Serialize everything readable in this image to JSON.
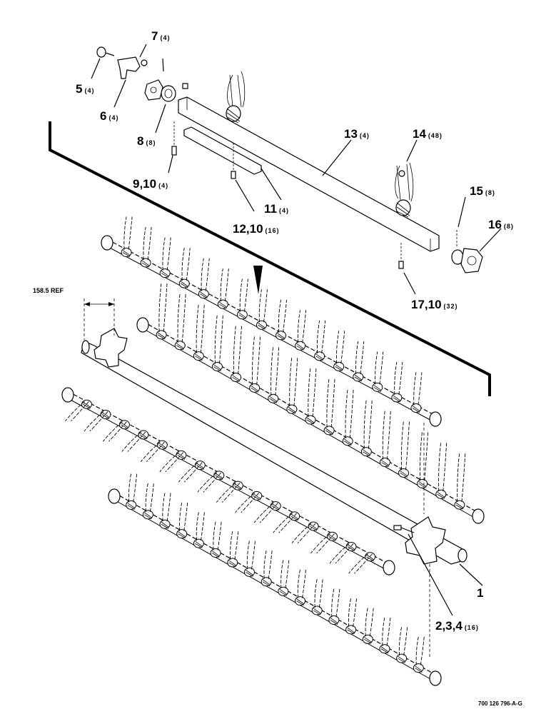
{
  "callouts": [
    {
      "id": "c7",
      "num": "7",
      "qty": "(4)"
    },
    {
      "id": "c5",
      "num": "5",
      "qty": "(4)"
    },
    {
      "id": "c6",
      "num": "6",
      "qty": "(4)"
    },
    {
      "id": "c8",
      "num": "8",
      "qty": "(8)"
    },
    {
      "id": "c910",
      "num": "9,10",
      "qty": "(4)"
    },
    {
      "id": "c13",
      "num": "13",
      "qty": "(4)"
    },
    {
      "id": "c14",
      "num": "14",
      "qty": "(48)"
    },
    {
      "id": "c15",
      "num": "15",
      "qty": "(8)"
    },
    {
      "id": "c16",
      "num": "16",
      "qty": "(8)"
    },
    {
      "id": "c11",
      "num": "11",
      "qty": "(4)"
    },
    {
      "id": "c1210",
      "num": "12,10",
      "qty": "(16)"
    },
    {
      "id": "c1710",
      "num": "17,10",
      "qty": "(32)"
    },
    {
      "id": "c1",
      "num": "1",
      "qty": ""
    },
    {
      "id": "c234",
      "num": "2,3,4",
      "qty": "(16)"
    }
  ],
  "reference_dimension": "158.5 REF",
  "drawing_number": "700 126 796-A-G"
}
